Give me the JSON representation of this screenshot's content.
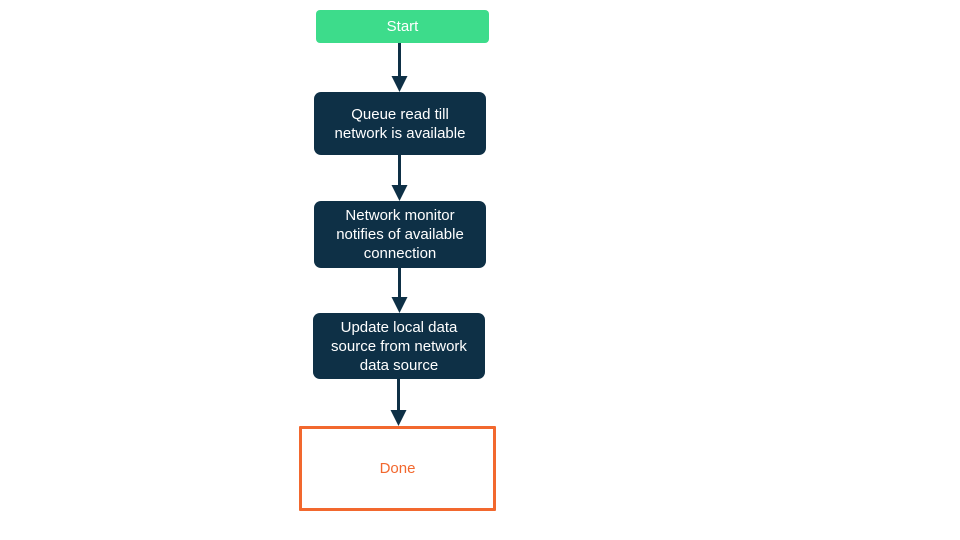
{
  "diagram": {
    "type": "flowchart",
    "orientation": "top-to-bottom",
    "background_color": "#ffffff",
    "nodes": [
      {
        "id": "start",
        "label": "Start",
        "shape": "rounded-rectangle",
        "role": "terminal-start",
        "fill_color": "#3ddc8b",
        "text_color": "#ffffff"
      },
      {
        "id": "queue-read",
        "label": "Queue read till\nnetwork is available",
        "shape": "rounded-rectangle",
        "role": "process",
        "fill_color": "#0e3046",
        "text_color": "#ffffff"
      },
      {
        "id": "network-monitor",
        "label": "Network monitor\nnotifies of available\nconnection",
        "shape": "rounded-rectangle",
        "role": "process",
        "fill_color": "#0e3046",
        "text_color": "#ffffff"
      },
      {
        "id": "update-local",
        "label": "Update local data\nsource from network\ndata source",
        "shape": "rounded-rectangle",
        "role": "process",
        "fill_color": "#0e3046",
        "text_color": "#ffffff"
      },
      {
        "id": "done",
        "label": "Done",
        "shape": "rectangle",
        "role": "terminal-end",
        "fill_color": "#ffffff",
        "border_color": "#f2682e",
        "text_color": "#f2682e"
      }
    ],
    "edges": [
      {
        "id": "edge-start-queue",
        "from": "start",
        "to": "queue-read",
        "color": "#0e3046",
        "arrowhead": "filled-triangle"
      },
      {
        "id": "edge-queue-monitor",
        "from": "queue-read",
        "to": "network-monitor",
        "color": "#0e3046",
        "arrowhead": "filled-triangle"
      },
      {
        "id": "edge-monitor-update",
        "from": "network-monitor",
        "to": "update-local",
        "color": "#0e3046",
        "arrowhead": "filled-triangle"
      },
      {
        "id": "edge-update-done",
        "from": "update-local",
        "to": "done",
        "color": "#0e3046",
        "arrowhead": "filled-triangle"
      }
    ]
  }
}
